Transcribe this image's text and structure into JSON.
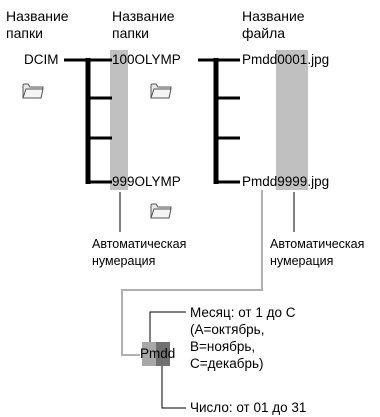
{
  "headers": {
    "col1": [
      "Название",
      "папки"
    ],
    "col2": [
      "Название",
      "папки"
    ],
    "col3": [
      "Название",
      "файла"
    ]
  },
  "root_folder": "DCIM",
  "folder_first": {
    "prefix": "100",
    "suffix": "OLYMP"
  },
  "folder_last": {
    "prefix": "999",
    "suffix": "OLYMP"
  },
  "file_first": {
    "prefix": "Pmdd",
    "number": "0001",
    "ext": ".jpg"
  },
  "file_last": {
    "prefix": "Pmdd",
    "number": "9999",
    "ext": ".jpg"
  },
  "auto_numbering_left": [
    "Автоматическая",
    "нумерация"
  ],
  "auto_numbering_right": [
    "Автоматическая",
    "нумерация"
  ],
  "pmdd_label": "Pmdd",
  "month_note": [
    "Месяц: от 1 до C",
    "(A=октябрь,",
    "B=ноябрь,",
    "C=декабрь)"
  ],
  "day_note": "Число: от 01 до 31",
  "colors": {
    "highlight": "#c0c0c0",
    "dark_highlight": "#808080",
    "line": "#000000",
    "gray_line": "#b0b0b0"
  },
  "icons": [
    "folder-icon"
  ]
}
